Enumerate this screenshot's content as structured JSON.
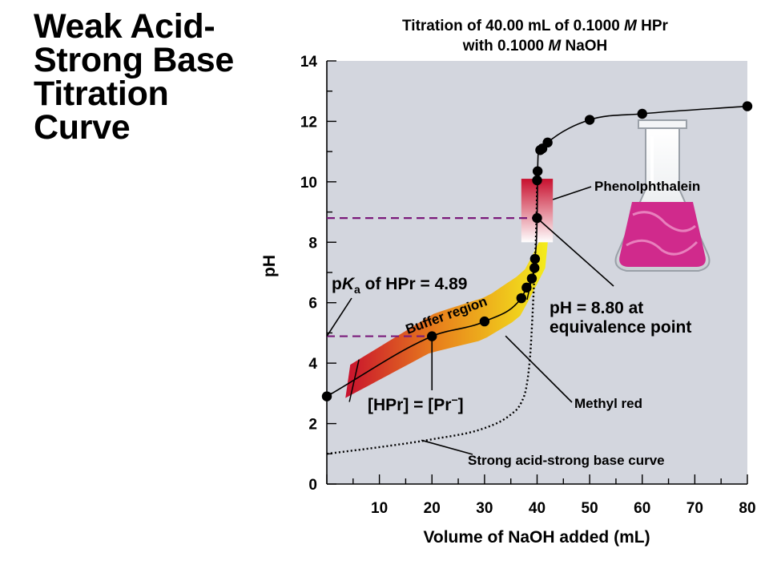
{
  "page": {
    "title_lines": [
      "Weak Acid-",
      "Strong Base",
      "Titration",
      "Curve"
    ]
  },
  "chart_data": {
    "type": "line",
    "title_line1": {
      "pre": "Titration of 40.00 mL of 0.1000 ",
      "italic": "M",
      "post": " HPr"
    },
    "title_line2": {
      "pre": "with 0.1000 ",
      "italic": "M",
      "post": " NaOH"
    },
    "xlabel": "Volume of NaOH added (mL)",
    "ylabel": "pH",
    "xlim": [
      0,
      80
    ],
    "ylim": [
      0,
      14
    ],
    "x_ticks": [
      "10",
      "20",
      "30",
      "40",
      "50",
      "60",
      "70",
      "80"
    ],
    "y_ticks": [
      "0",
      "2",
      "4",
      "6",
      "8",
      "10",
      "12",
      "14"
    ],
    "colors": {
      "plot_background": "#d3d6de",
      "curve": "#000000",
      "points": "#000000",
      "dashed_lines": "#7a1a7a",
      "phenolphthalein_top": "#c8102e",
      "phenolphthalein_bottom": "#ffffff",
      "methyl_red_left": "#c8102e",
      "methyl_red_right": "#f4ef1c",
      "flask_solution": "#d02a8c"
    },
    "series": [
      {
        "points": [
          {
            "x": 0,
            "y": 2.9
          },
          {
            "x": 20,
            "y": 4.89
          },
          {
            "x": 30,
            "y": 5.38
          },
          {
            "x": 37,
            "y": 6.15
          },
          {
            "x": 38,
            "y": 6.5
          },
          {
            "x": 39,
            "y": 6.8
          },
          {
            "x": 39.5,
            "y": 7.15
          },
          {
            "x": 39.6,
            "y": 7.45
          },
          {
            "x": 40,
            "y": 8.8
          },
          {
            "x": 40,
            "y": 10.05
          },
          {
            "x": 40.1,
            "y": 10.35
          },
          {
            "x": 40.6,
            "y": 11.05
          },
          {
            "x": 41,
            "y": 11.1
          },
          {
            "x": 42,
            "y": 11.3
          },
          {
            "x": 50,
            "y": 12.05
          },
          {
            "x": 60,
            "y": 12.25
          },
          {
            "x": 80,
            "y": 12.5
          }
        ]
      }
    ],
    "strong_acid_curve": [
      {
        "x": 0,
        "y": 1.0
      },
      {
        "x": 10,
        "y": 1.22
      },
      {
        "x": 20,
        "y": 1.48
      },
      {
        "x": 30,
        "y": 1.85
      },
      {
        "x": 35,
        "y": 2.3
      },
      {
        "x": 37,
        "y": 2.7
      },
      {
        "x": 38,
        "y": 3.25
      },
      {
        "x": 38.7,
        "y": 4.3
      },
      {
        "x": 39.1,
        "y": 5.5
      },
      {
        "x": 39.4,
        "y": 6.6
      },
      {
        "x": 39.5,
        "y": 7.0
      },
      {
        "x": 39.7,
        "y": 7.8
      },
      {
        "x": 39.9,
        "y": 9.0
      },
      {
        "x": 40,
        "y": 10.0
      }
    ],
    "equivalence_ph": 8.8,
    "pka_ph": 4.89,
    "buffer_band": {
      "x_start": 4,
      "x_end": 42
    },
    "phenolphthalein_range": {
      "x_start": 37,
      "x_end": 43,
      "ph_low": 8.0,
      "ph_high": 10.1
    },
    "annotations": {
      "phenolphthalein": "Phenolphthalein",
      "pka": {
        "pre": "p",
        "italic": "K",
        "sub": "a",
        "post": " of HPr = 4.89"
      },
      "buffer_region": "Buffer region",
      "equivalence_line1": "pH = 8.80 at",
      "equivalence_line2": "equivalence point",
      "hpr_pr": {
        "pre": "[HPr] = [Pr",
        "sup": "−",
        "post": "]"
      },
      "methyl_red": "Methyl red",
      "strong_acid": "Strong acid-strong base curve"
    }
  }
}
